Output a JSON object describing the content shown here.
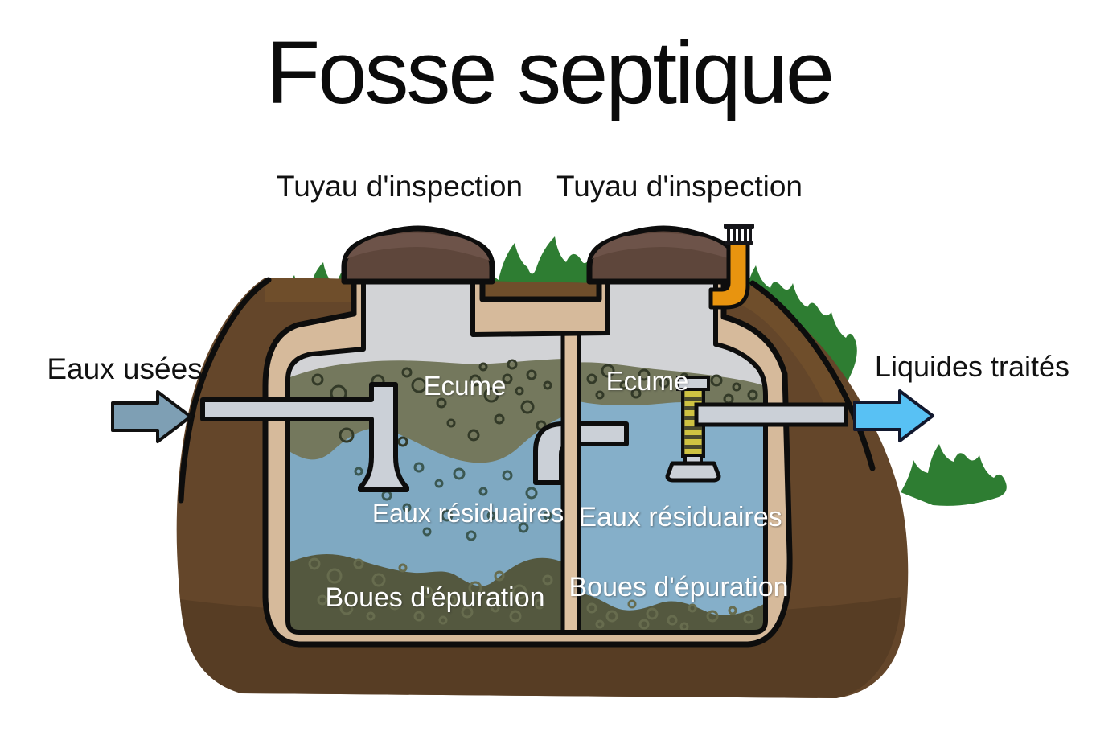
{
  "title": "Fosse septique",
  "labels": {
    "inspection_left": "Tuyau d'inspection",
    "inspection_right": "Tuyau d'inspection",
    "inflow": "Eaux usées",
    "outflow": "Liquides traités",
    "scum_left": "Ecume",
    "scum_right": "Ecume",
    "water_left": "Eaux résiduaires",
    "water_right": "Eaux résiduaires",
    "sludge_left": "Boues d'épuration",
    "sludge_right": "Boues d'épuration"
  },
  "colors": {
    "soil": "#64462a",
    "soil_dark": "#573d24",
    "soil_top": "#6f4e2b",
    "grass": "#2e7d32",
    "shell": "#d6ba9b",
    "divider": "#dcc0a1",
    "headspace": "#d2d3d6",
    "scum": "#74785d",
    "water_left": "#7fa9c2",
    "water_right": "#85afc9",
    "sludge": "#54583f",
    "pipe": "#cbd0d7",
    "cap": "#5e463b",
    "cap_light": "#6d5349",
    "vent": "#e8940f",
    "filter_dark": "#4a4a2e",
    "filter_stripe": "#cfc342",
    "inflow_arrow": "#7e9fb4",
    "outflow_arrow": "#58c1f4"
  }
}
